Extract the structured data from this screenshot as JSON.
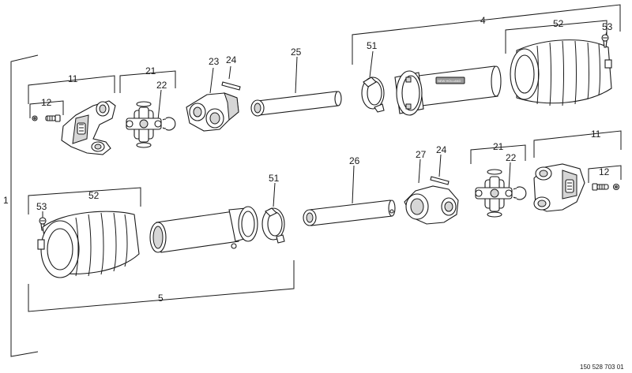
{
  "labels": {
    "l1": "1",
    "l4": "4",
    "l5": "5",
    "l11a": "11",
    "l11b": "11",
    "l12a": "12",
    "l12b": "12",
    "l21a": "21",
    "l21b": "21",
    "l22a": "22",
    "l22b": "22",
    "l23": "23",
    "l24a": "24",
    "l24b": "24",
    "l25": "25",
    "l26": "26",
    "l27": "27",
    "l51a": "51",
    "l51b": "51",
    "l52a": "52",
    "l52b": "52",
    "l53a": "53",
    "l53b": "53"
  },
  "tube_marking": "NEW HOLLAND",
  "document_number": "150 528 703 01"
}
